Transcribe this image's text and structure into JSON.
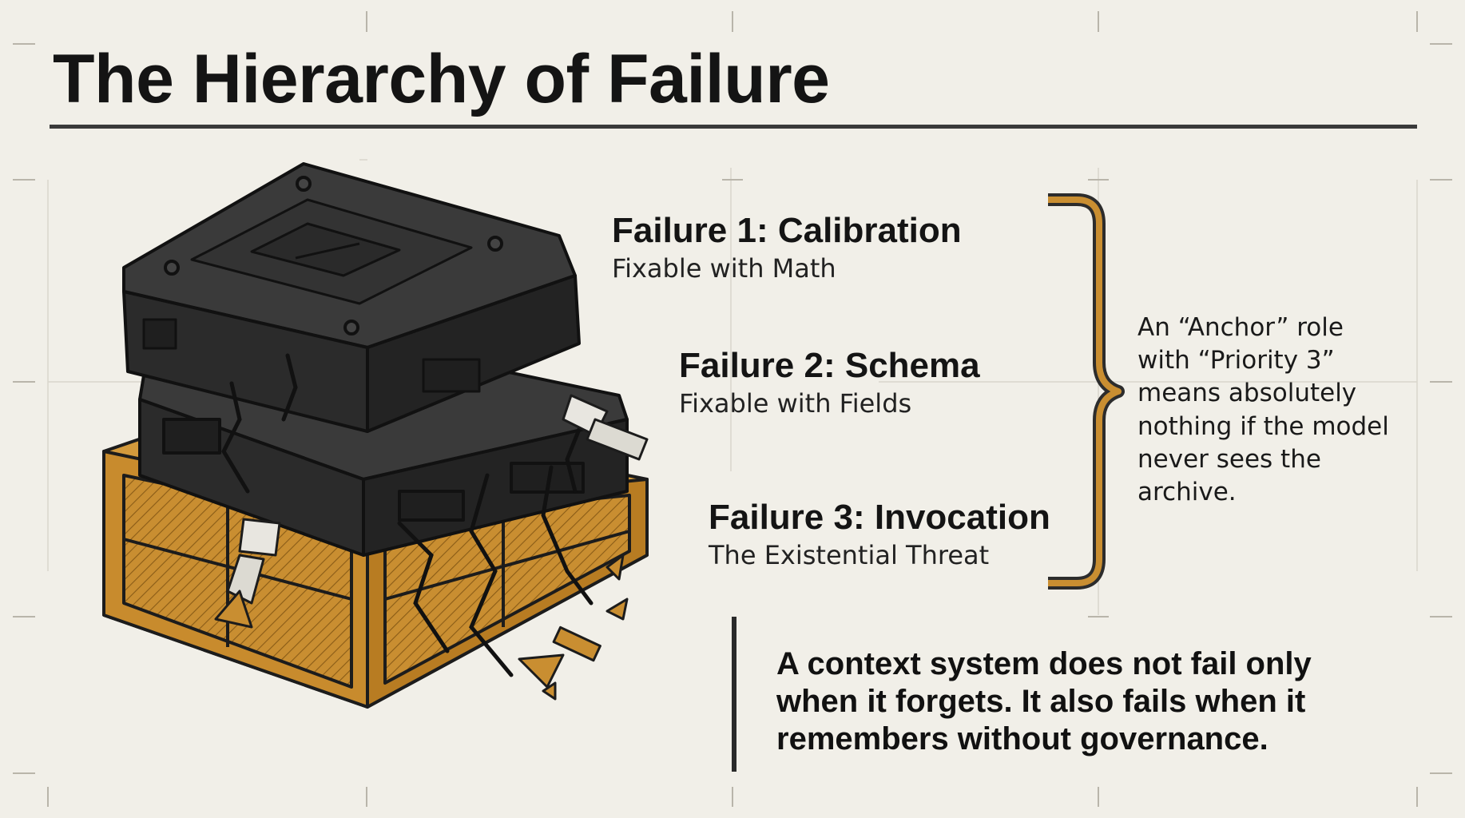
{
  "title": "The Hierarchy of Failure",
  "failures": [
    {
      "heading": "Failure 1: Calibration",
      "subtitle": "Fixable with Math"
    },
    {
      "heading": "Failure 2: Schema",
      "subtitle": "Fixable with Fields"
    },
    {
      "heading": "Failure 3: Invocation",
      "subtitle": "The Existential Threat"
    }
  ],
  "side_note": "An “Anchor” role with “Priority 3” means absolutely nothing if the model never sees the archive.",
  "quote": "A context system does not fail only when it forgets.  It also fails when it remembers without governance.",
  "colors": {
    "background": "#f1efe8",
    "accent": "#c98e31",
    "dark_block": "#2b2b2b",
    "ink": "#141414"
  }
}
